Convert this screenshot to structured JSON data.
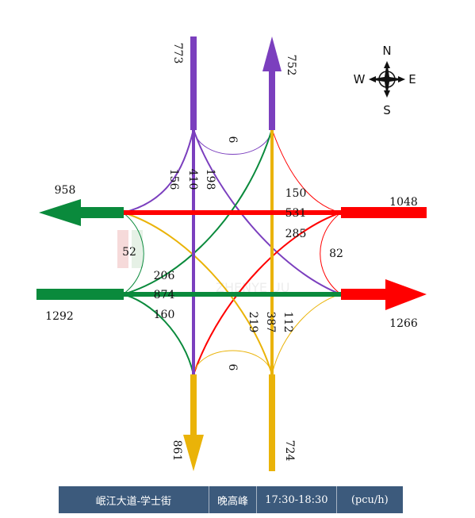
{
  "colors": {
    "north": "#7b3fbe",
    "south": "#eab308",
    "west": "#0a8a3c",
    "east": "#ff0000"
  },
  "watermark": {
    "brand": "ZHENYE UU"
  },
  "compass": {
    "n": "N",
    "s": "S",
    "e": "E",
    "w": "W"
  },
  "volumes": {
    "north_in": "773",
    "north_out": "752",
    "south_in": "724",
    "south_out": "861",
    "west_in": "1292",
    "west_out": "958",
    "east_in": "1048",
    "east_out": "1266",
    "n_uturn": "6",
    "n_left": "156",
    "n_through": "410",
    "n_right": "198",
    "e_left": "150",
    "e_through": "531",
    "e_right": "285",
    "e_uturn": "82",
    "w_uturn": "52",
    "w_left": "206",
    "w_through": "874",
    "w_right": "160",
    "s_left": "219",
    "s_through": "387",
    "s_right": "112",
    "s_uturn": "6"
  },
  "footer": {
    "location": "岷江大道-学士街",
    "period": "晚高峰",
    "time": "17:30-18:30",
    "unit": "(pcu/h)"
  }
}
